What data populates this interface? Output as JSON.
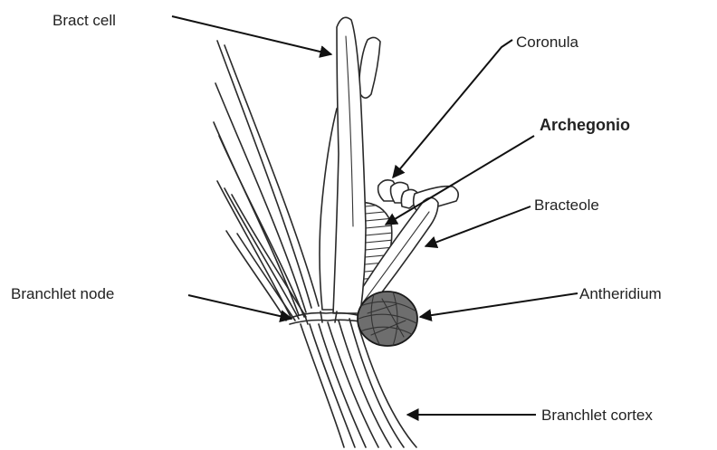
{
  "labels": {
    "bract_cell": "Bract cell",
    "coronula": "Coronula",
    "archegonio": "Archegonio",
    "bracteole": "Bracteole",
    "branchlet_node": "Branchlet node",
    "antheridium": "Antheridium",
    "branchlet_cortex": "Branchlet cortex"
  },
  "colors": {
    "ink": "#2a2a2a",
    "text": "#222222",
    "background": "#ffffff"
  }
}
